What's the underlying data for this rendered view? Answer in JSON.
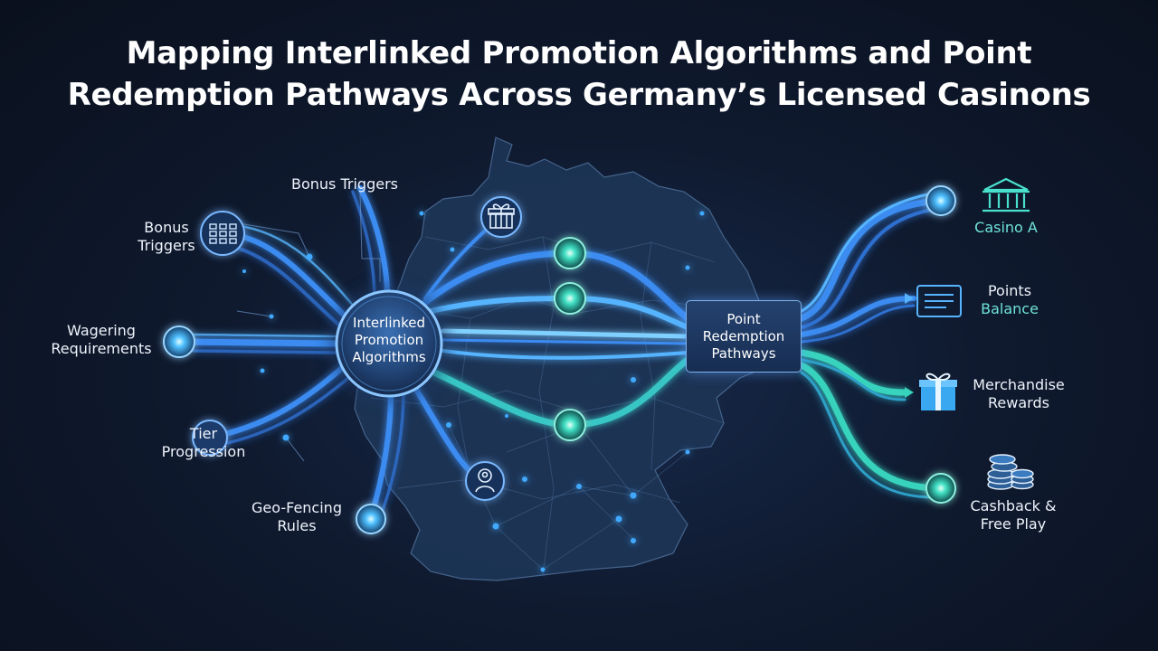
{
  "title": {
    "line1": "Mapping Interlinked Promotion Algorithms and Point",
    "line2": "Redemption Pathways Across Germany’s Licensed Casinons"
  },
  "hub": {
    "line1": "Interlinked",
    "line2": "Promotion",
    "line3": "Algorithms"
  },
  "redemption": {
    "line1": "Point",
    "line2": "Redemption",
    "line3": "Pathways"
  },
  "inputs": {
    "bonus_triggers_top": "Bonus Triggers",
    "bonus_triggers_left": {
      "line1": "Bonus",
      "line2": "Triggers"
    },
    "wagering": {
      "line1": "Wagering",
      "line2": "Requirements"
    },
    "tier": {
      "line1": "Tier",
      "line2": "Progression"
    },
    "geo": {
      "line1": "Geo-Fencing",
      "line2": "Rules"
    }
  },
  "outputs": {
    "casino": "Casino A",
    "points": {
      "line1": "Points",
      "line2": "Balance"
    },
    "merch": {
      "line1": "Merchandise",
      "line2": "Rewards"
    },
    "cashback": {
      "line1": "Cashback &",
      "line2": "Free Play"
    }
  },
  "icons": {
    "casino": "bank-building-icon",
    "points": "balance-card-icon",
    "merch": "gift-box-icon",
    "cashback": "poker-chips-icon",
    "gift_node": "gift-icon",
    "location_node": "location-person-icon",
    "grid_node": "calendar-grid-icon"
  },
  "colors": {
    "blue_flow": "#3d8ff0",
    "teal_flow": "#37d3bd",
    "map_fill": "#1d3556",
    "background": "#0c1322",
    "teal_label": "#6fe3da"
  }
}
